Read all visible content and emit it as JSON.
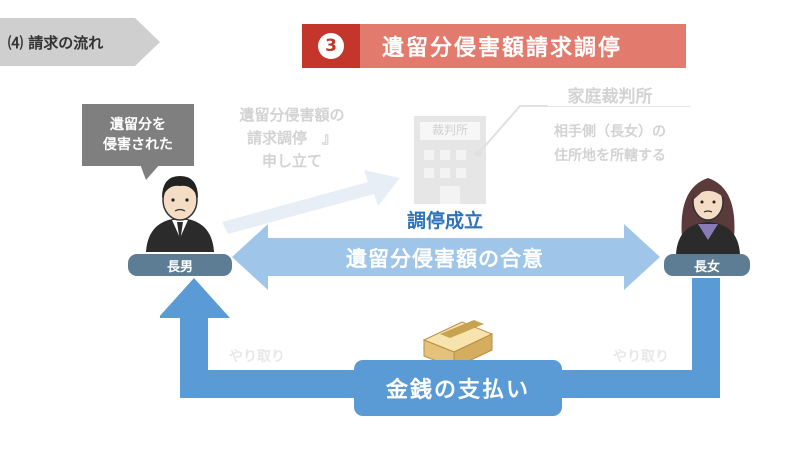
{
  "section": {
    "label": "⑷ 請求の流れ"
  },
  "step": {
    "number": "3",
    "title": "遺留分侵害額請求調停"
  },
  "bubble": {
    "line1": "遺留分を",
    "line2": "侵害された"
  },
  "petition": {
    "line1": "遺留分侵害額の",
    "line2": "請求調停　』",
    "line3": "申し立て"
  },
  "court": {
    "sign": "裁判所",
    "name": "家庭裁判所",
    "note_line1": "相手側（長女）の",
    "note_line2": "住所地を所轄する"
  },
  "parties": {
    "left": "長男",
    "right": "長女"
  },
  "agreement": {
    "status": "調停成立",
    "content": "遺留分侵害額の合意"
  },
  "exchange": {
    "left": "やり取り",
    "right": "やり取り"
  },
  "payment": {
    "label": "金銭の支払い"
  },
  "colors": {
    "step_dark": "#c4362b",
    "step_light": "#e27b6d",
    "arrow_light": "#9fc5e8",
    "arrow_main": "#5b9bd5",
    "name_tag": "#5c7d94",
    "status_text": "#2e73b8"
  }
}
